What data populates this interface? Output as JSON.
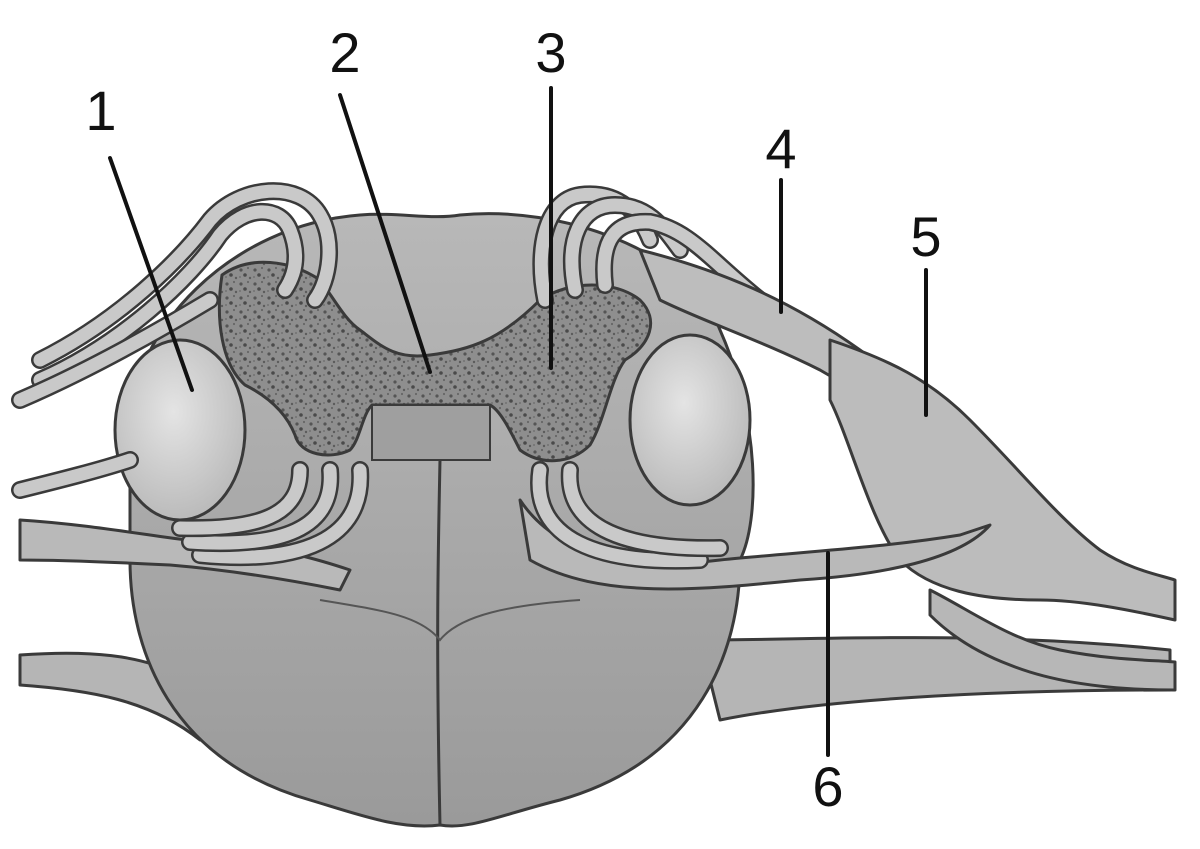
{
  "figure": {
    "callouts": [
      {
        "id": "1",
        "label": "1"
      },
      {
        "id": "2",
        "label": "2"
      },
      {
        "id": "3",
        "label": "3"
      },
      {
        "id": "4",
        "label": "4"
      },
      {
        "id": "5",
        "label": "5"
      },
      {
        "id": "6",
        "label": "6"
      }
    ],
    "colors": {
      "white_matter": "#a8a8a8",
      "grey_matter": "#8a8a8a",
      "ganglion": "#d6d6d6",
      "nerve": "#bdbdbd",
      "outline": "#3a3a3a",
      "label": "#111111"
    }
  }
}
